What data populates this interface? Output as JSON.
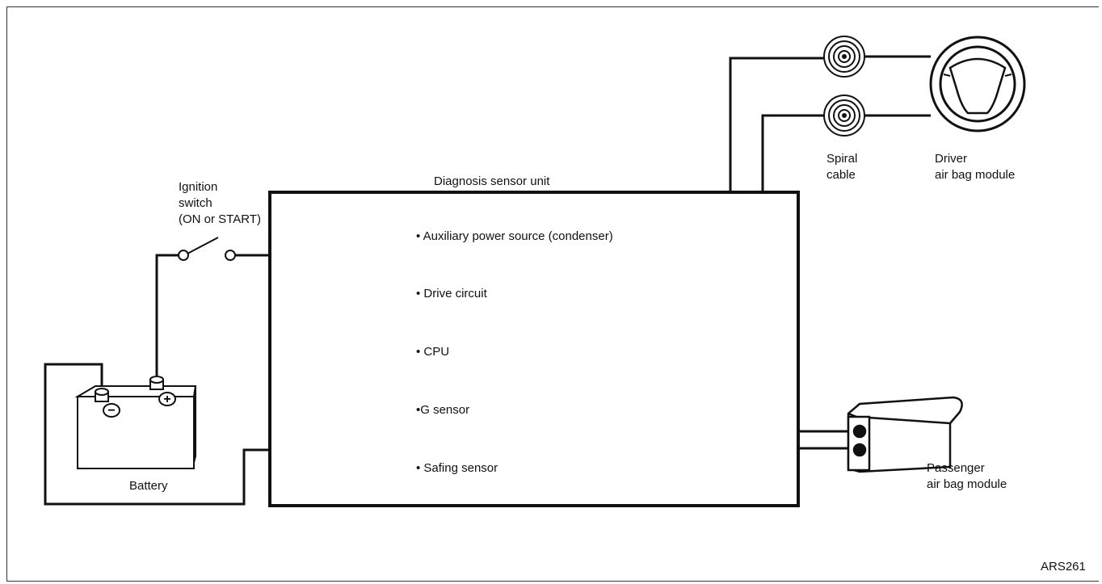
{
  "labels": {
    "ignition_switch": "Ignition\nswitch\n(ON or START)",
    "diagnosis_sensor_unit": "Diagnosis sensor unit",
    "spiral_cable": "Spiral\ncable",
    "driver_airbag": "Driver\nair bag module",
    "passenger_airbag": "Passenger\nair bag module",
    "battery": "Battery",
    "code": "ARS261"
  },
  "unit_items": [
    "• Auxiliary power source (condenser)",
    "• Drive circuit",
    "• CPU",
    "•G sensor",
    "• Safing sensor"
  ],
  "battery_terminals": {
    "negative": "−",
    "positive": "+"
  }
}
